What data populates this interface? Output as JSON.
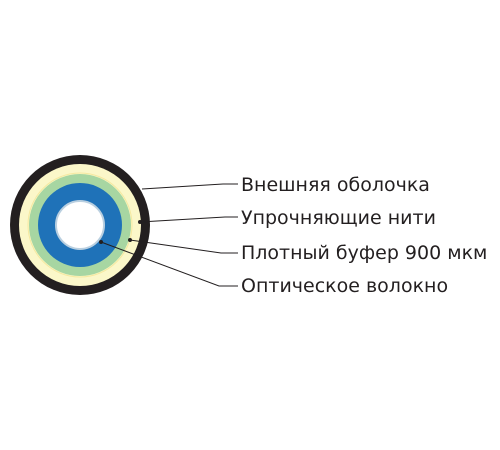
{
  "labels": [
    "Внешняя оболочка",
    "Упрочняющие нити",
    "Плотный буфер 900 мкм",
    "Оптическое волокно"
  ],
  "layers": [
    {
      "name": "outer-jacket",
      "color": "#231f20"
    },
    {
      "name": "strength-yarn",
      "color": "#fbf7c9"
    },
    {
      "name": "tight-buffer",
      "color": "#a7d6a2"
    },
    {
      "name": "fiber-coating",
      "color": "#1f72b8"
    },
    {
      "name": "optical-fiber",
      "color": "#ffffff"
    }
  ],
  "leader_line_color": "#231f20"
}
